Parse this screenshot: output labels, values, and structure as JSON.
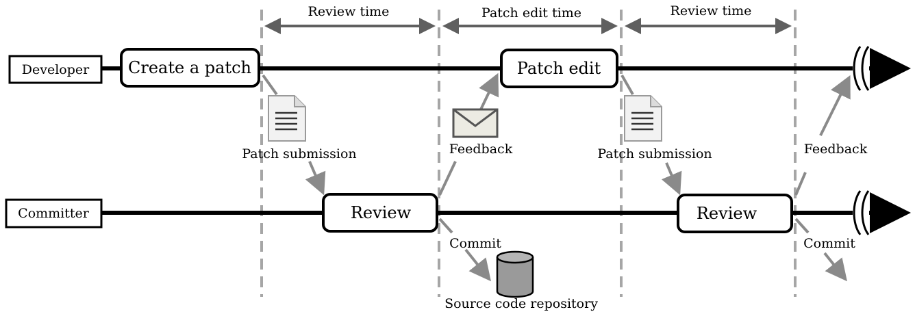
{
  "actors": {
    "developer": "Developer",
    "committer": "Committer"
  },
  "phases": {
    "review_time_1": "Review time",
    "patch_edit_time": "Patch edit time",
    "review_time_2": "Review time"
  },
  "activities": {
    "create_patch": "Create a patch",
    "patch_edit": "Patch edit",
    "review_1": "Review",
    "review_2": "Review"
  },
  "flows": {
    "patch_submission_1": "Patch submission",
    "feedback_1": "Feedback",
    "patch_submission_2": "Patch submission",
    "feedback_2": "Feedback",
    "commit_1": "Commit",
    "commit_2": "Commit"
  },
  "repository": {
    "label": "Source code repository"
  },
  "icons": {
    "document": "document-icon",
    "envelope": "envelope-icon",
    "database": "database-icon"
  },
  "colors": {
    "timeline": "#000000",
    "flow_arrow": "#8a8a8a",
    "dashed_separator": "#a6a6a6",
    "phase_arrow": "#5f5f5f",
    "repository_fill": "#9a9a9a"
  }
}
